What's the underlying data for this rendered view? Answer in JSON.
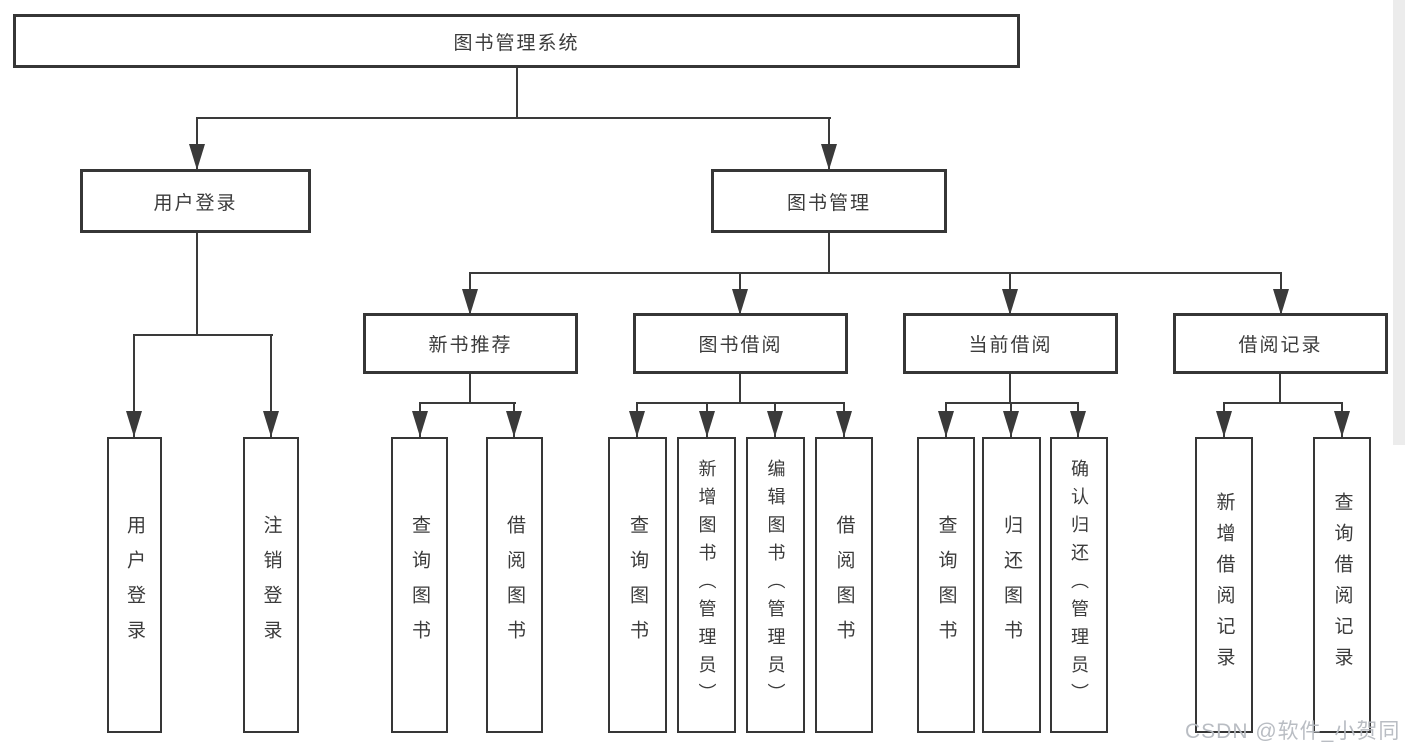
{
  "title": "图书管理系统",
  "watermark": "CSDN @软件_小贺同学",
  "colors": {
    "line": "#3a3a3a",
    "text": "#3b3b3b",
    "box_background": "#ffffff",
    "watermark": "#b6bac0"
  },
  "tree": {
    "root": "图书管理系统",
    "children": [
      {
        "label": "用户登录",
        "children": [
          "用户登录",
          "注销登录"
        ]
      },
      {
        "label": "图书管理",
        "children": [
          {
            "label": "新书推荐",
            "children": [
              "查询图书",
              "借阅图书"
            ]
          },
          {
            "label": "图书借阅",
            "children": [
              "查询图书",
              "新增图书（管理员）",
              "编辑图书（管理员）",
              "借阅图书"
            ]
          },
          {
            "label": "当前借阅",
            "children": [
              "查询图书",
              "归还图书",
              "确认归还（管理员）"
            ]
          },
          {
            "label": "借阅记录",
            "children": [
              "新增借阅记录",
              "查询借阅记录"
            ]
          }
        ]
      }
    ]
  }
}
